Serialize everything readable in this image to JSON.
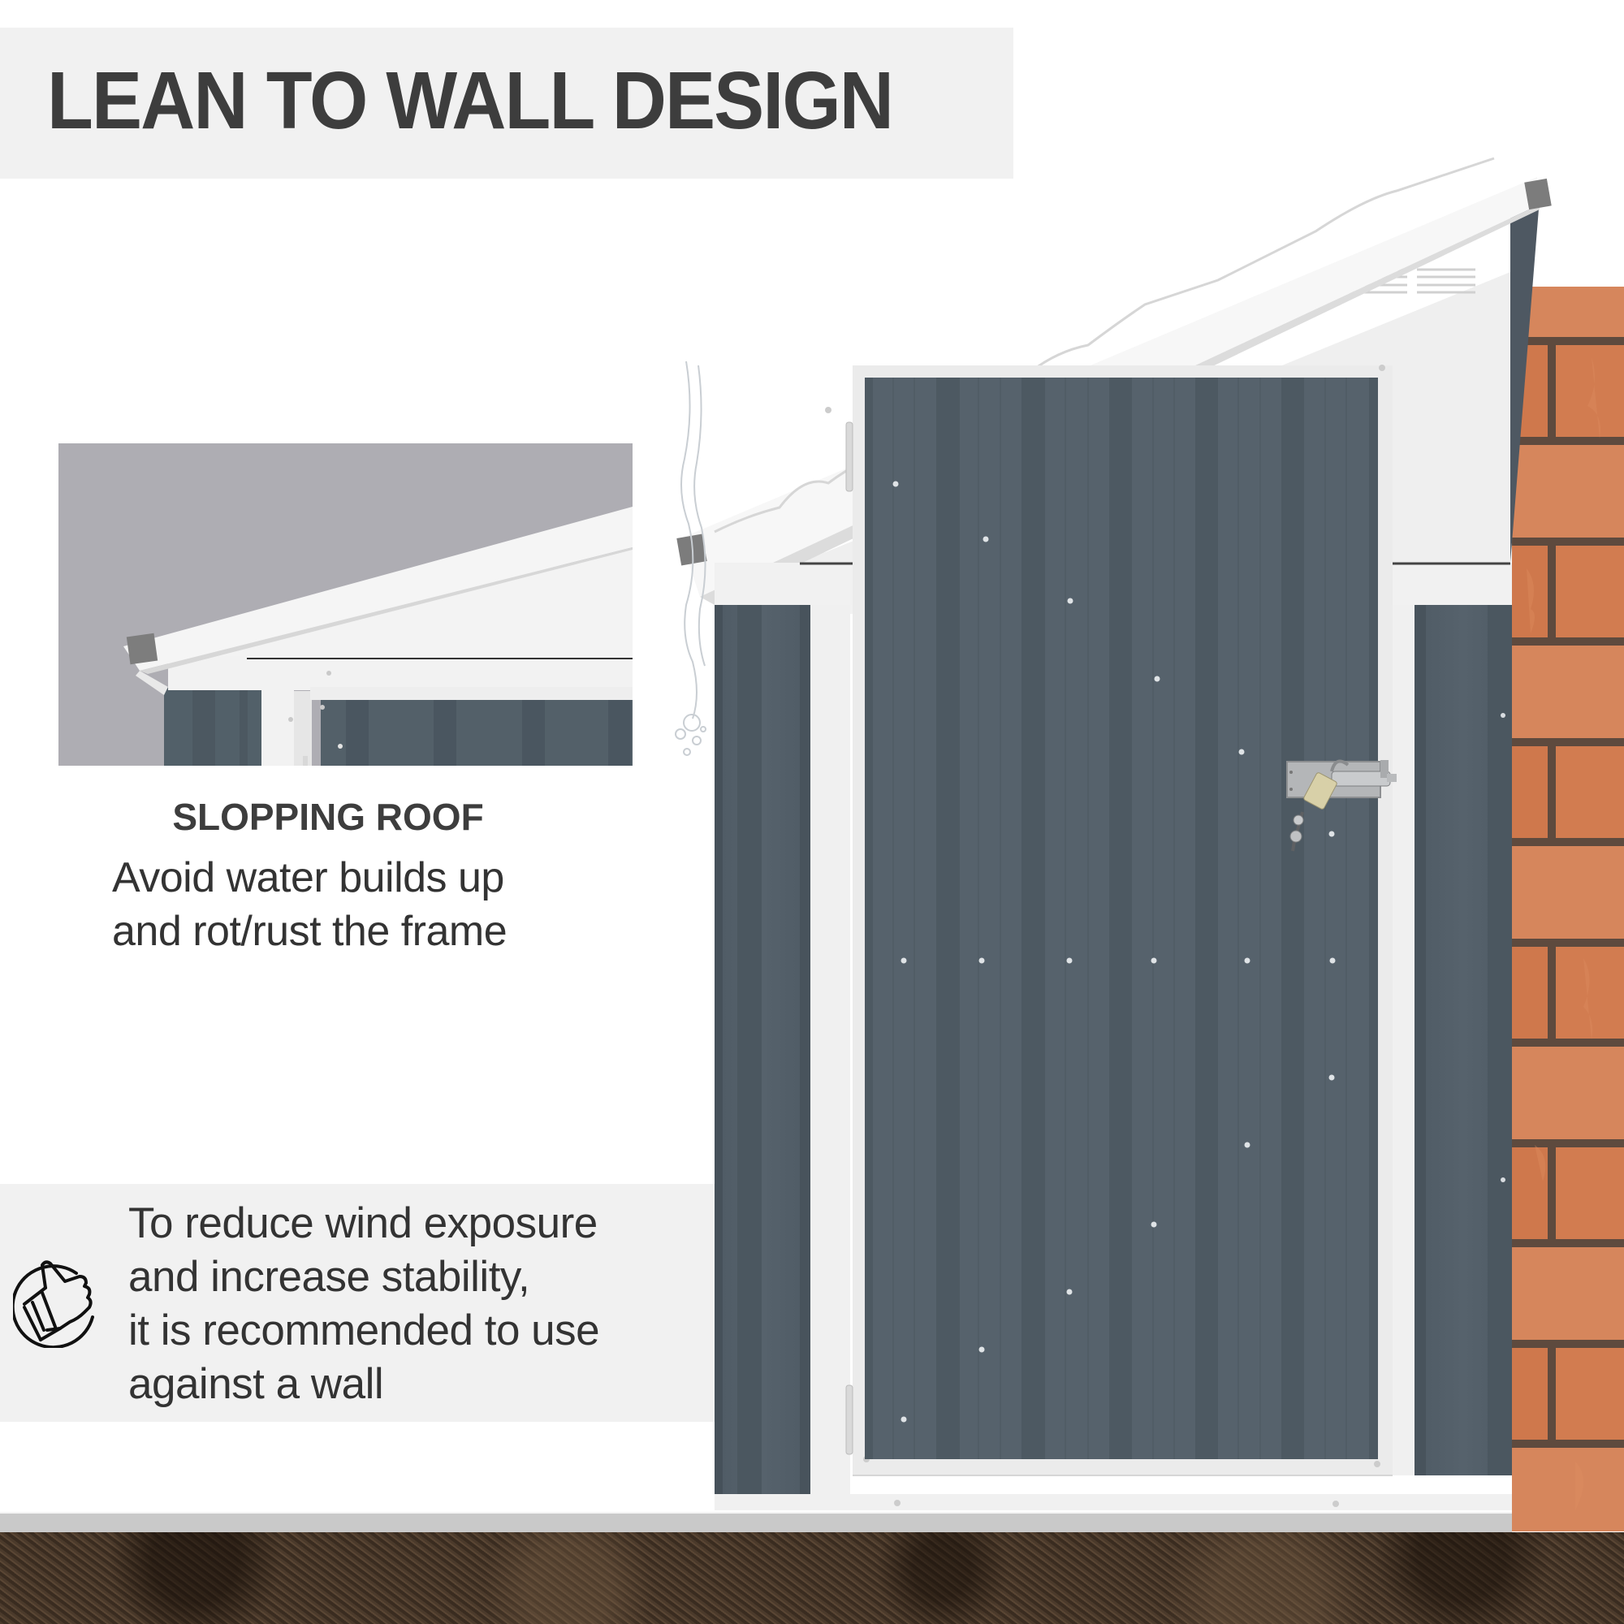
{
  "banner": {
    "title": "LEAN TO WALL DESIGN"
  },
  "feature": {
    "title": "SLOPPING ROOF",
    "description": "Avoid water builds up\nand rot/rust the frame"
  },
  "tip": {
    "icon": "thumbs-up-icon",
    "text": "To reduce wind exposure\nand increase stability,\nit is recommended to use\nagainst a wall"
  },
  "colors": {
    "banner_bg": "#f1f1f1",
    "text_dark": "#3d3d3d",
    "shed_panel": "#515d68",
    "shed_trim": "#f0f0f0",
    "brick": "#d27c50",
    "mortar": "#5e4a3e",
    "soil": "#45362a",
    "inset_bg": "#aeadb3"
  }
}
